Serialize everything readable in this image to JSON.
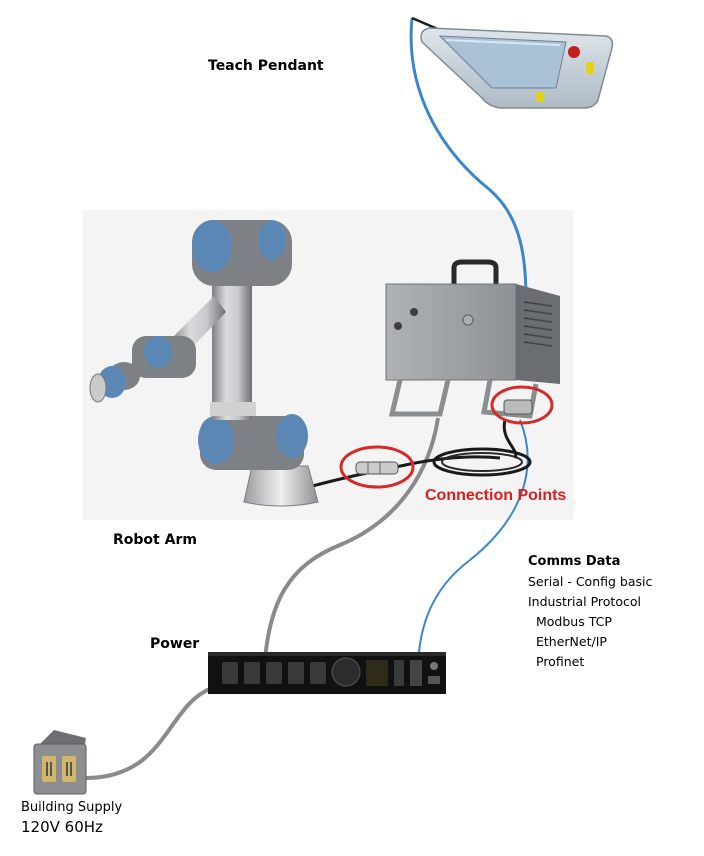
{
  "labels": {
    "teach_pendant": "Teach Pendant",
    "robot_arm": "Robot Arm",
    "connection_points": "Connection Points",
    "power": "Power",
    "building_supply": "Building Supply",
    "building_supply_spec": "120V 60Hz"
  },
  "comms": {
    "title": "Comms Data",
    "lines": [
      "Serial - Config basic",
      "Industrial Protocol",
      "Modbus TCP",
      "EtherNet/IP",
      "Profinet"
    ]
  },
  "colors": {
    "comms_cable": "#3a86c8",
    "power_cable": "#8a8a8a",
    "robot_cable": "#1a1a1a",
    "highlight_circle": "#d42a2a",
    "connection_text": "#d82020",
    "robot_joint": "#5b87b5",
    "controller_body": "#9ea2a5",
    "pendant_screen": "#a9c2d6",
    "pendant_button_yellow": "#e3d21b",
    "emergency_stop": "#c41f1f",
    "power_strip": "#111111"
  }
}
